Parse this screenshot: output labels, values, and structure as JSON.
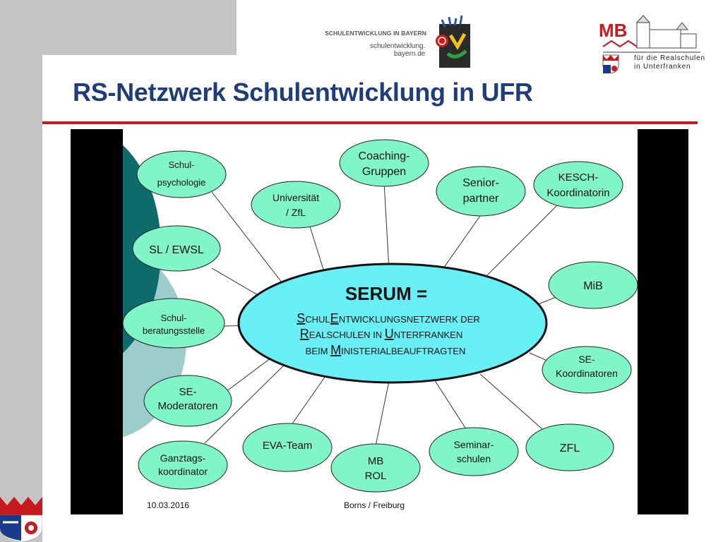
{
  "header": {
    "title": "RS-Netzwerk Schulentwicklung in UFR",
    "se_logo_line1": "SCHULENTWICKLUNG IN BAYERN",
    "se_logo_line2": "schulentwicklung.",
    "se_logo_line3": "bayern.de",
    "mb_logo_text": "MB",
    "mb_subtitle_line1": "für die Realschulen",
    "mb_subtitle_line2": "in Unterfranken"
  },
  "diagram": {
    "center": {
      "title": "SERUM =",
      "line1_caps": [
        "S",
        "CHUL",
        "E",
        "NTWICKLUNGSNETZWERK DER"
      ],
      "line2_caps": [
        "R",
        "EALSCHULEN IN ",
        "U",
        "NTERFRANKEN"
      ],
      "line3_caps": [
        "BEIM ",
        "M",
        "INISTERIALBEAUFTRAGTEN"
      ]
    },
    "nodes": {
      "schulpsychologie": [
        "Schul-",
        "psychologie"
      ],
      "coaching": [
        "Coaching-",
        "Gruppen"
      ],
      "universitaet": [
        "Universität",
        "/ ZfL"
      ],
      "senior": [
        "Senior-",
        "partner"
      ],
      "kesch": [
        "KESCH-",
        "Koordinatorin"
      ],
      "sl_ewsl": [
        "SL / EWSL"
      ],
      "mib": [
        "MiB"
      ],
      "beratung": [
        "Schul-",
        "beratungsstelle"
      ],
      "se_koordinatoren": [
        "SE-",
        "Koordinatoren"
      ],
      "se_moderatoren": [
        "SE-",
        "Moderatoren"
      ],
      "zfl": [
        "ZFL"
      ],
      "ganztags": [
        "Ganztags-",
        "koordinator"
      ],
      "eva": [
        "EVA-Team"
      ],
      "mb_rol": [
        "MB",
        "ROL"
      ],
      "seminar": [
        "Seminar-",
        "schulen"
      ]
    }
  },
  "footer": {
    "date": "10.03.2016",
    "author": "Borns / Freiburg"
  },
  "colors": {
    "title": "#1f3d7a",
    "rule": "#c8191e",
    "bubble_fill": "#7ff5c8",
    "center_fill": "#67eff5",
    "deco_dark": "#0e6b6b",
    "deco_light": "#9ecbcb"
  },
  "icons": {
    "se_logo": "schulentwicklung-face-logo",
    "mb_logo": "fortress-mb-logo",
    "crest": "franconian-coat-of-arms"
  }
}
